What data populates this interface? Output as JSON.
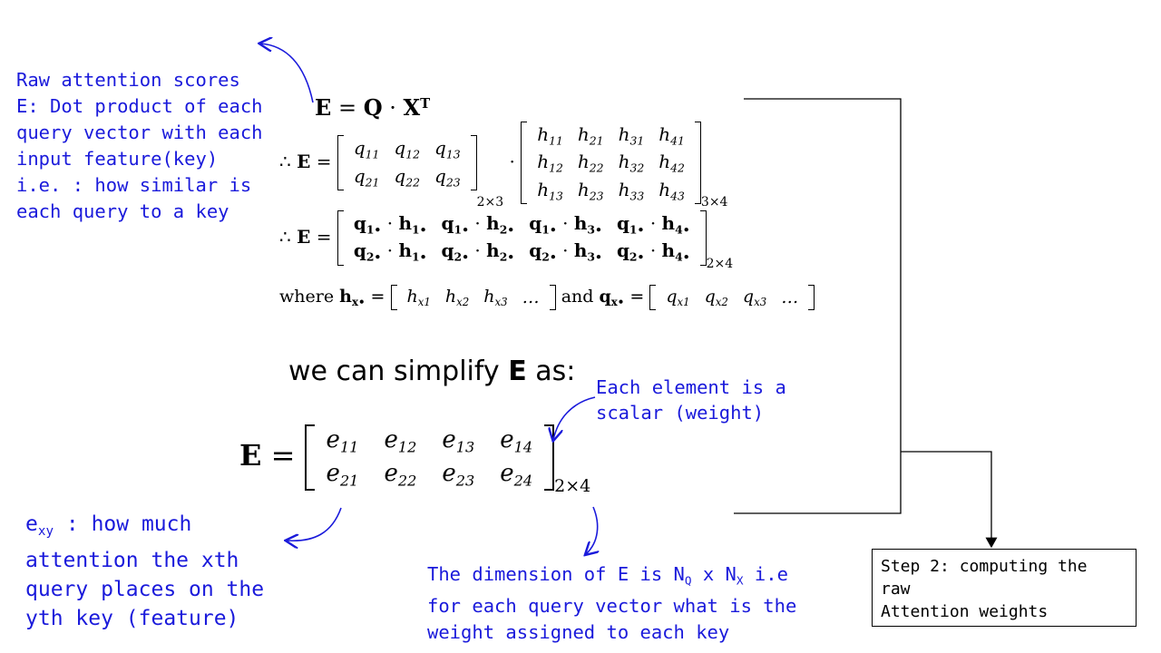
{
  "notes": {
    "raw_scores_lines": [
      "Raw attention scores",
      "E: Dot product of each",
      "query vector with each",
      "input feature(key)",
      "i.e. : how similar is",
      "each query to a key"
    ],
    "exy_prefix": "e",
    "exy_sub": "xy",
    "exy_lines": [
      " : how much",
      "attention the xth",
      "query places on the",
      "yth key (feature)"
    ],
    "scalar_lines": [
      "Each element is a",
      "scalar (weight)"
    ],
    "dim_line1_a": "The dimension of E is N",
    "dim_line1_sub1": "Q",
    "dim_line1_b": " x N",
    "dim_line1_sub2": "X",
    "dim_line1_c": " i.e",
    "dim_line2": "for each query vector what is the",
    "dim_line3": "weight assigned to each key"
  },
  "step_box": {
    "line1": "Step 2: computing the",
    "line2": "raw",
    "line3": "Attention weights"
  },
  "equations": {
    "main": {
      "lhs": "E",
      "eq": "=",
      "q": "Q",
      "dot": "·",
      "x": "X",
      "sup": "T"
    },
    "therefore": "∴",
    "q_matrix": [
      [
        "q11",
        "q12",
        "q13"
      ],
      [
        "q21",
        "q22",
        "q23"
      ]
    ],
    "q_dim": "2×3",
    "h_matrix": [
      [
        "h11",
        "h21",
        "h31",
        "h41"
      ],
      [
        "h12",
        "h22",
        "h32",
        "h42"
      ],
      [
        "h13",
        "h23",
        "h33",
        "h43"
      ]
    ],
    "h_dim": "3×4",
    "dot_matrix": [
      [
        "q1• · h1•",
        "q1• · h2•",
        "q1• · h3•",
        "q1• · h4•"
      ],
      [
        "q2• · h1•",
        "q2• · h2•",
        "q2• · h3•",
        "q2• · h4•"
      ]
    ],
    "dot_dim": "2×4",
    "where": "where",
    "and": "and",
    "hx_row": [
      "hx1",
      "hx2",
      "hx3",
      "…"
    ],
    "qx_row": [
      "qx1",
      "qx2",
      "qx3",
      "…"
    ],
    "hx_label": "hx•",
    "qx_label": "qx•",
    "simplify": "we can simplify",
    "simplify_E": "E",
    "simplify_as": "as:",
    "e_matrix": [
      [
        "e11",
        "e12",
        "e13",
        "e14"
      ],
      [
        "e21",
        "e22",
        "e23",
        "e24"
      ]
    ],
    "e_dim": "2×4"
  }
}
